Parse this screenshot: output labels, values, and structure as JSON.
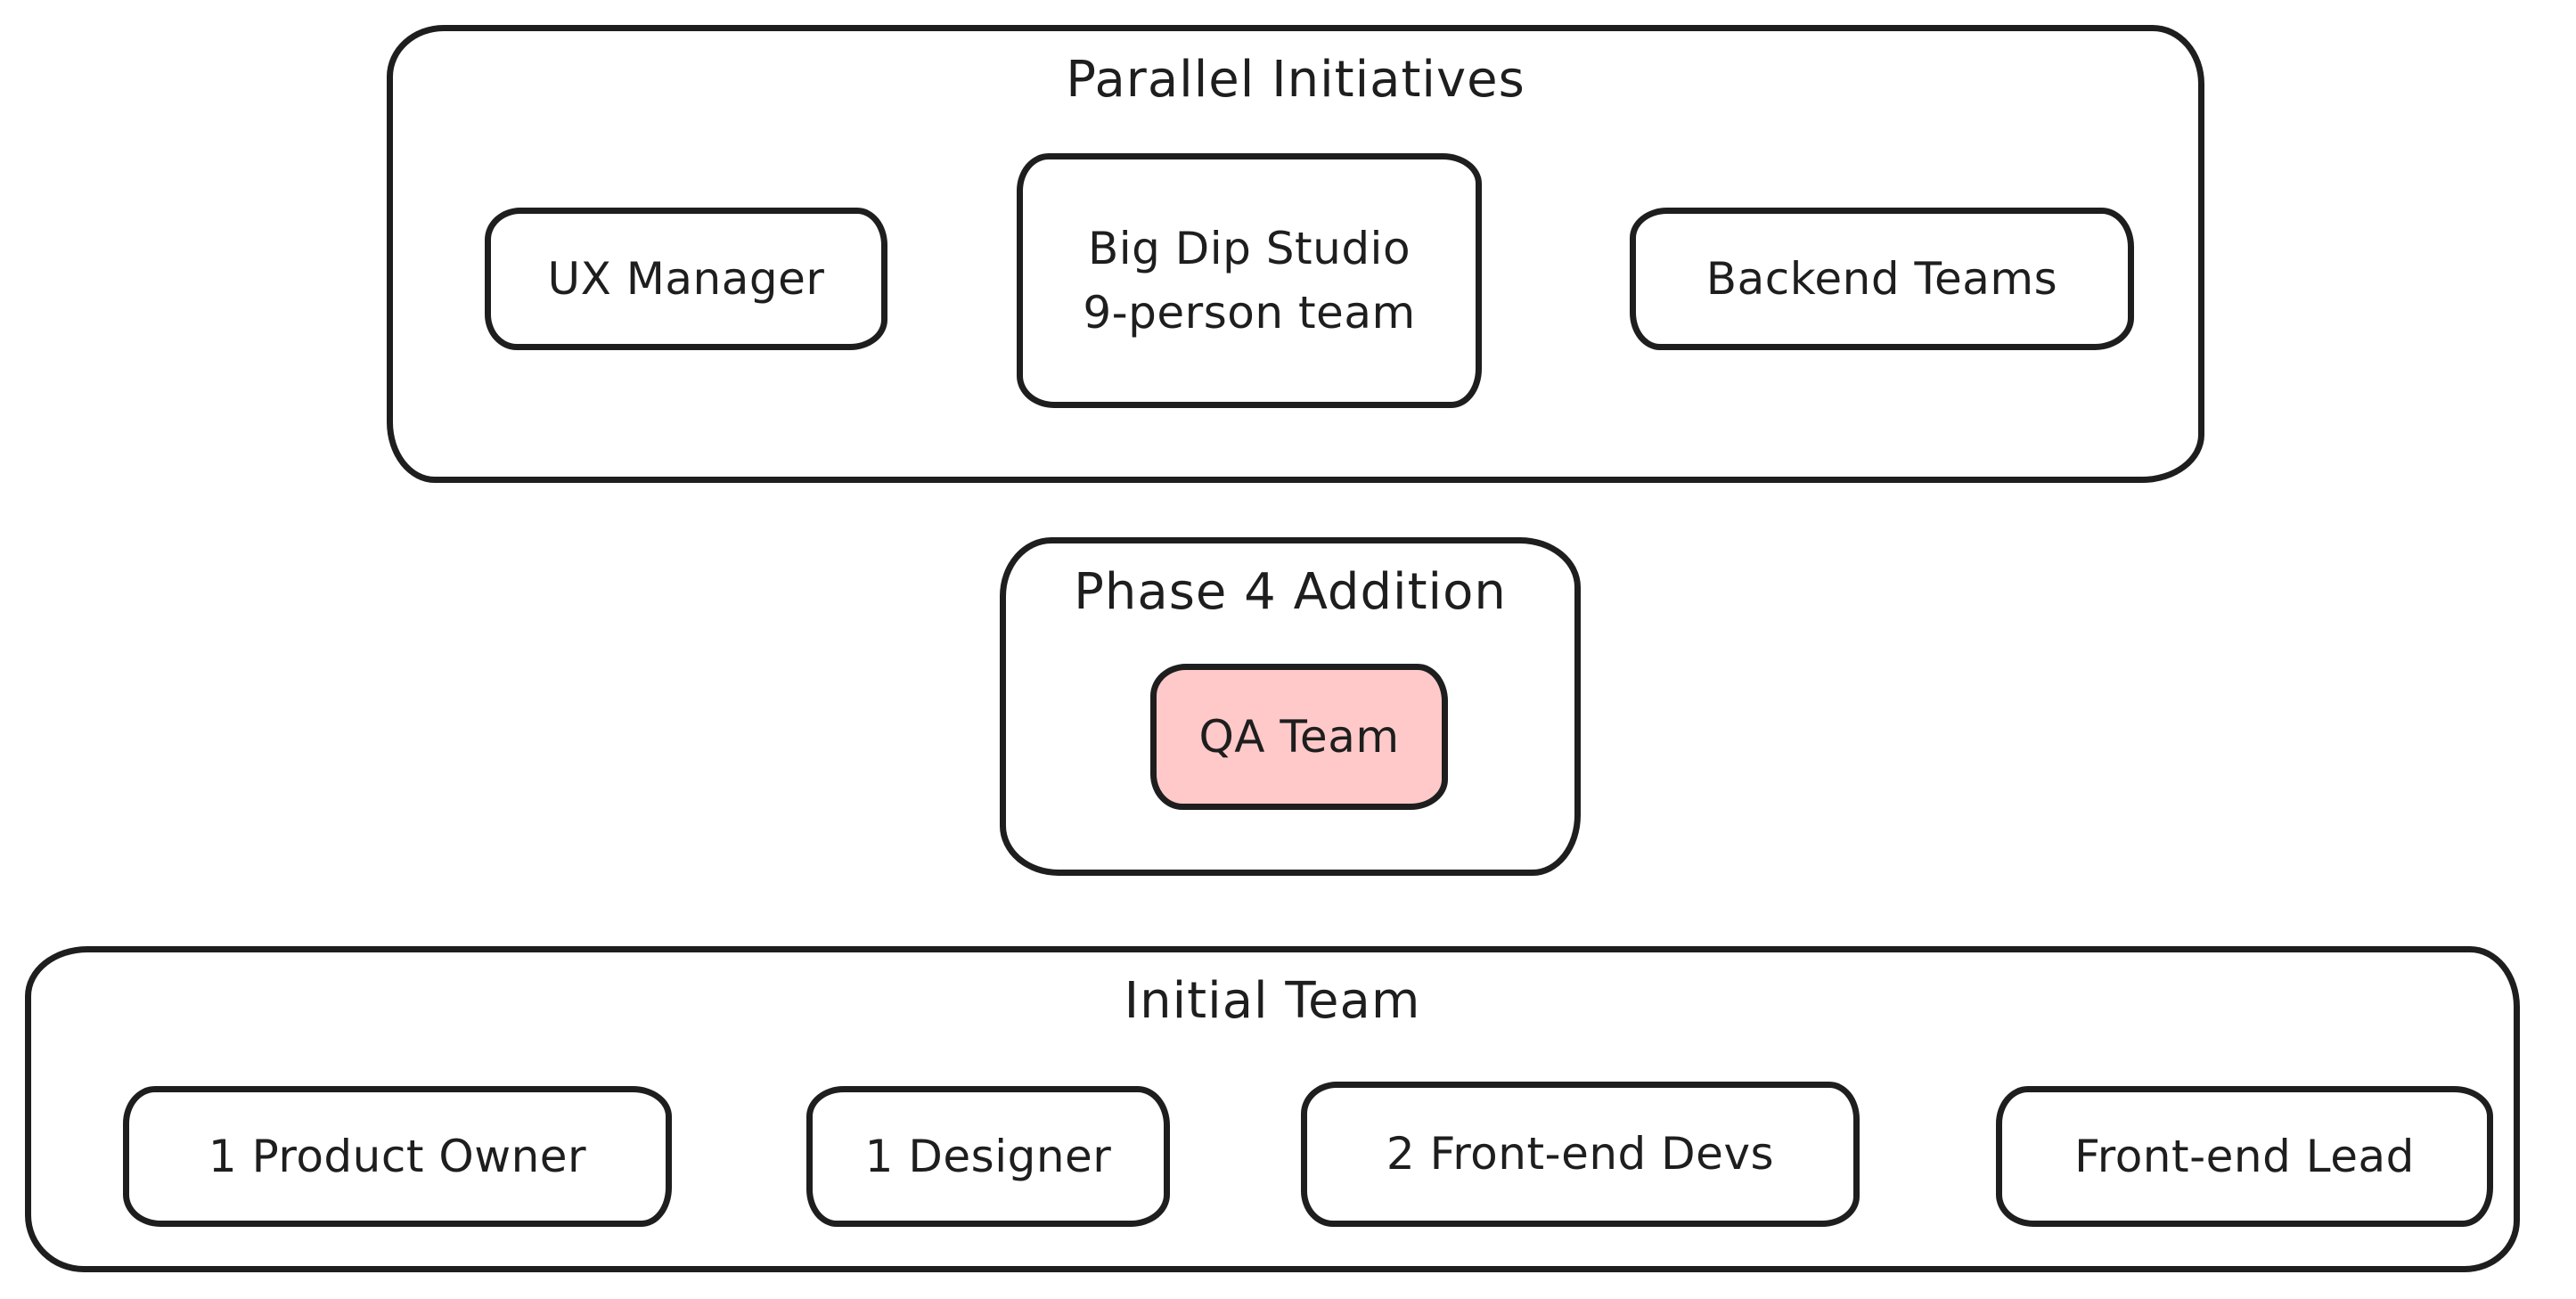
{
  "canvas": {
    "background": "#ffffff",
    "stroke_color": "#1e1e1e",
    "highlight_fill": "#ffc9c9"
  },
  "groups": [
    {
      "title": "Parallel Initiatives",
      "nodes": [
        {
          "label": "UX Manager",
          "fill": "#ffffff"
        },
        {
          "label": "Big Dip Studio\n9-person team",
          "fill": "#ffffff"
        },
        {
          "label": "Backend Teams",
          "fill": "#ffffff"
        }
      ]
    },
    {
      "title": "Phase 4 Addition",
      "nodes": [
        {
          "label": "QA Team",
          "fill": "#ffc9c9"
        }
      ]
    },
    {
      "title": "Initial Team",
      "nodes": [
        {
          "label": "1 Product Owner",
          "fill": "#ffffff"
        },
        {
          "label": "1 Designer",
          "fill": "#ffffff"
        },
        {
          "label": "2 Front-end Devs",
          "fill": "#ffffff"
        },
        {
          "label": "Front-end Lead",
          "fill": "#ffffff"
        }
      ]
    }
  ]
}
